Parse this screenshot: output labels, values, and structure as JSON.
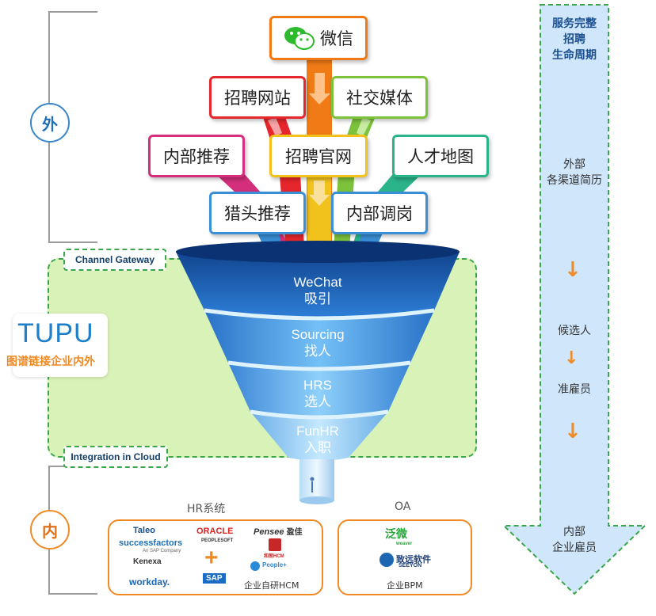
{
  "left": {
    "outer_label": "外",
    "inner_label": "内"
  },
  "top_channel": "微信",
  "channels": [
    {
      "label": "招聘网站"
    },
    {
      "label": "社交媒体"
    },
    {
      "label": "内部推荐"
    },
    {
      "label": "招聘官网"
    },
    {
      "label": "人才地图"
    },
    {
      "label": "猎头推荐"
    },
    {
      "label": "内部调岗"
    }
  ],
  "tags": {
    "channel_gateway": "Channel Gateway",
    "integration": "Integration in Cloud"
  },
  "brand": {
    "logo_text": "TUPU",
    "slogan": "图谱链接企业内外"
  },
  "funnel": [
    {
      "en": "WeChat",
      "cn": "吸引"
    },
    {
      "en": "Sourcing",
      "cn": "找人"
    },
    {
      "en": "HRS",
      "cn": "选人"
    },
    {
      "en": "FunHR",
      "cn": "入职"
    }
  ],
  "right": {
    "title_lines": [
      "服务完整",
      "招聘",
      "生命周期"
    ],
    "stage1": [
      "外部",
      "各渠道简历"
    ],
    "stage2": "候选人",
    "stage3": "准雇员",
    "stage4": [
      "内部",
      "企业雇员"
    ]
  },
  "systems": {
    "hr_title": "HR系统",
    "oa_title": "OA",
    "hr_logos": {
      "taleo": "Taleo",
      "successfactors": "successfactors",
      "successfactors_sub": "An SAP Company",
      "oracle": "ORACLE",
      "peoplesoft": "PEOPLESOFT",
      "pensee": "Pensee",
      "pensee_cn": "盈佳",
      "hcm_cn": "和朗HCM",
      "kenexa": "Kenexa",
      "peopleplus": "People+",
      "workday": "workday.",
      "sap": "SAP",
      "hcm_caption": "企业自研HCM"
    },
    "oa_logos": {
      "weaver_cn": "泛微",
      "weaver_en": "weaver",
      "seeyon_cn": "致远软件",
      "seeyon_en": "SEEYON",
      "bpm_caption": "企业BPM"
    }
  },
  "colors": {
    "orange": "#f08a24",
    "green_dash": "#3aa64a",
    "funnel_dark": "#12458f",
    "funnel_light": "#5fb0ee",
    "right_arrow_fill": "#cfe6fb"
  }
}
